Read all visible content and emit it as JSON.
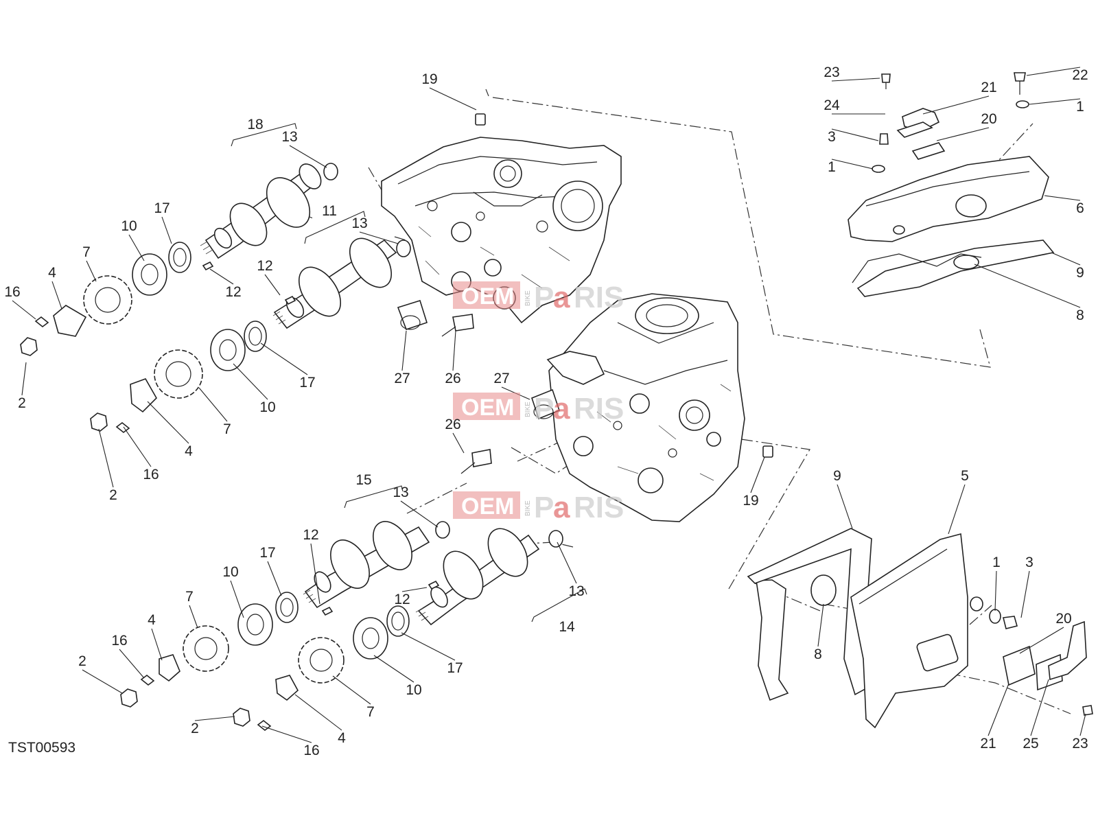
{
  "drawing_code": "TST00593",
  "watermark": {
    "brand_left": "OEM",
    "brand_mid": "BIKE",
    "brand_right_1": "P",
    "brand_right_2": "a",
    "brand_right_3": "RIS"
  },
  "callouts": [
    "19",
    "18",
    "13",
    "17",
    "10",
    "7",
    "4",
    "16",
    "2",
    "11",
    "13",
    "12",
    "12",
    "27",
    "26",
    "17",
    "10",
    "7",
    "4",
    "16",
    "2",
    "27",
    "26",
    "19",
    "15",
    "13",
    "12",
    "17",
    "10",
    "7",
    "4",
    "16",
    "2",
    "12",
    "13",
    "14",
    "17",
    "10",
    "7",
    "4",
    "16",
    "2",
    "23",
    "22",
    "24",
    "21",
    "20",
    "3",
    "1",
    "1",
    "6",
    "9",
    "8",
    "9",
    "5",
    "8",
    "1",
    "3",
    "20",
    "21",
    "25",
    "23"
  ]
}
